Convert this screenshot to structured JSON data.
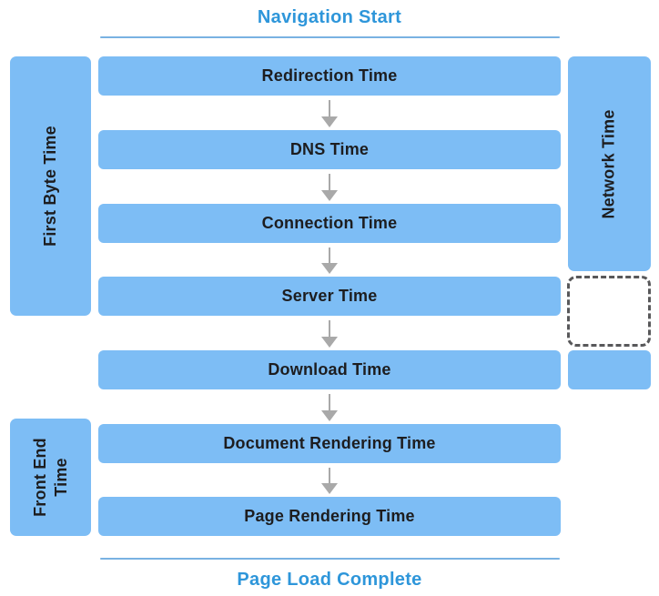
{
  "diagram": {
    "title_top": "Navigation Start",
    "title_bottom": "Page Load Complete",
    "steps": [
      "Redirection Time",
      "DNS Time",
      "Connection Time",
      "Server Time",
      "Download Time",
      "Document Rendering Time",
      "Page Rendering Time"
    ],
    "side_labels": {
      "first_byte": "First Byte Time",
      "network": "Network Time",
      "front_end": "Front End Time"
    },
    "colors": {
      "bar_blue": "#7dbdf5",
      "title_blue": "#2e96da",
      "line_blue": "#79b2e2",
      "arrow_gray": "#a9a9a9",
      "dash_gray": "#58585a",
      "text_dark": "#1d1d1f"
    }
  }
}
